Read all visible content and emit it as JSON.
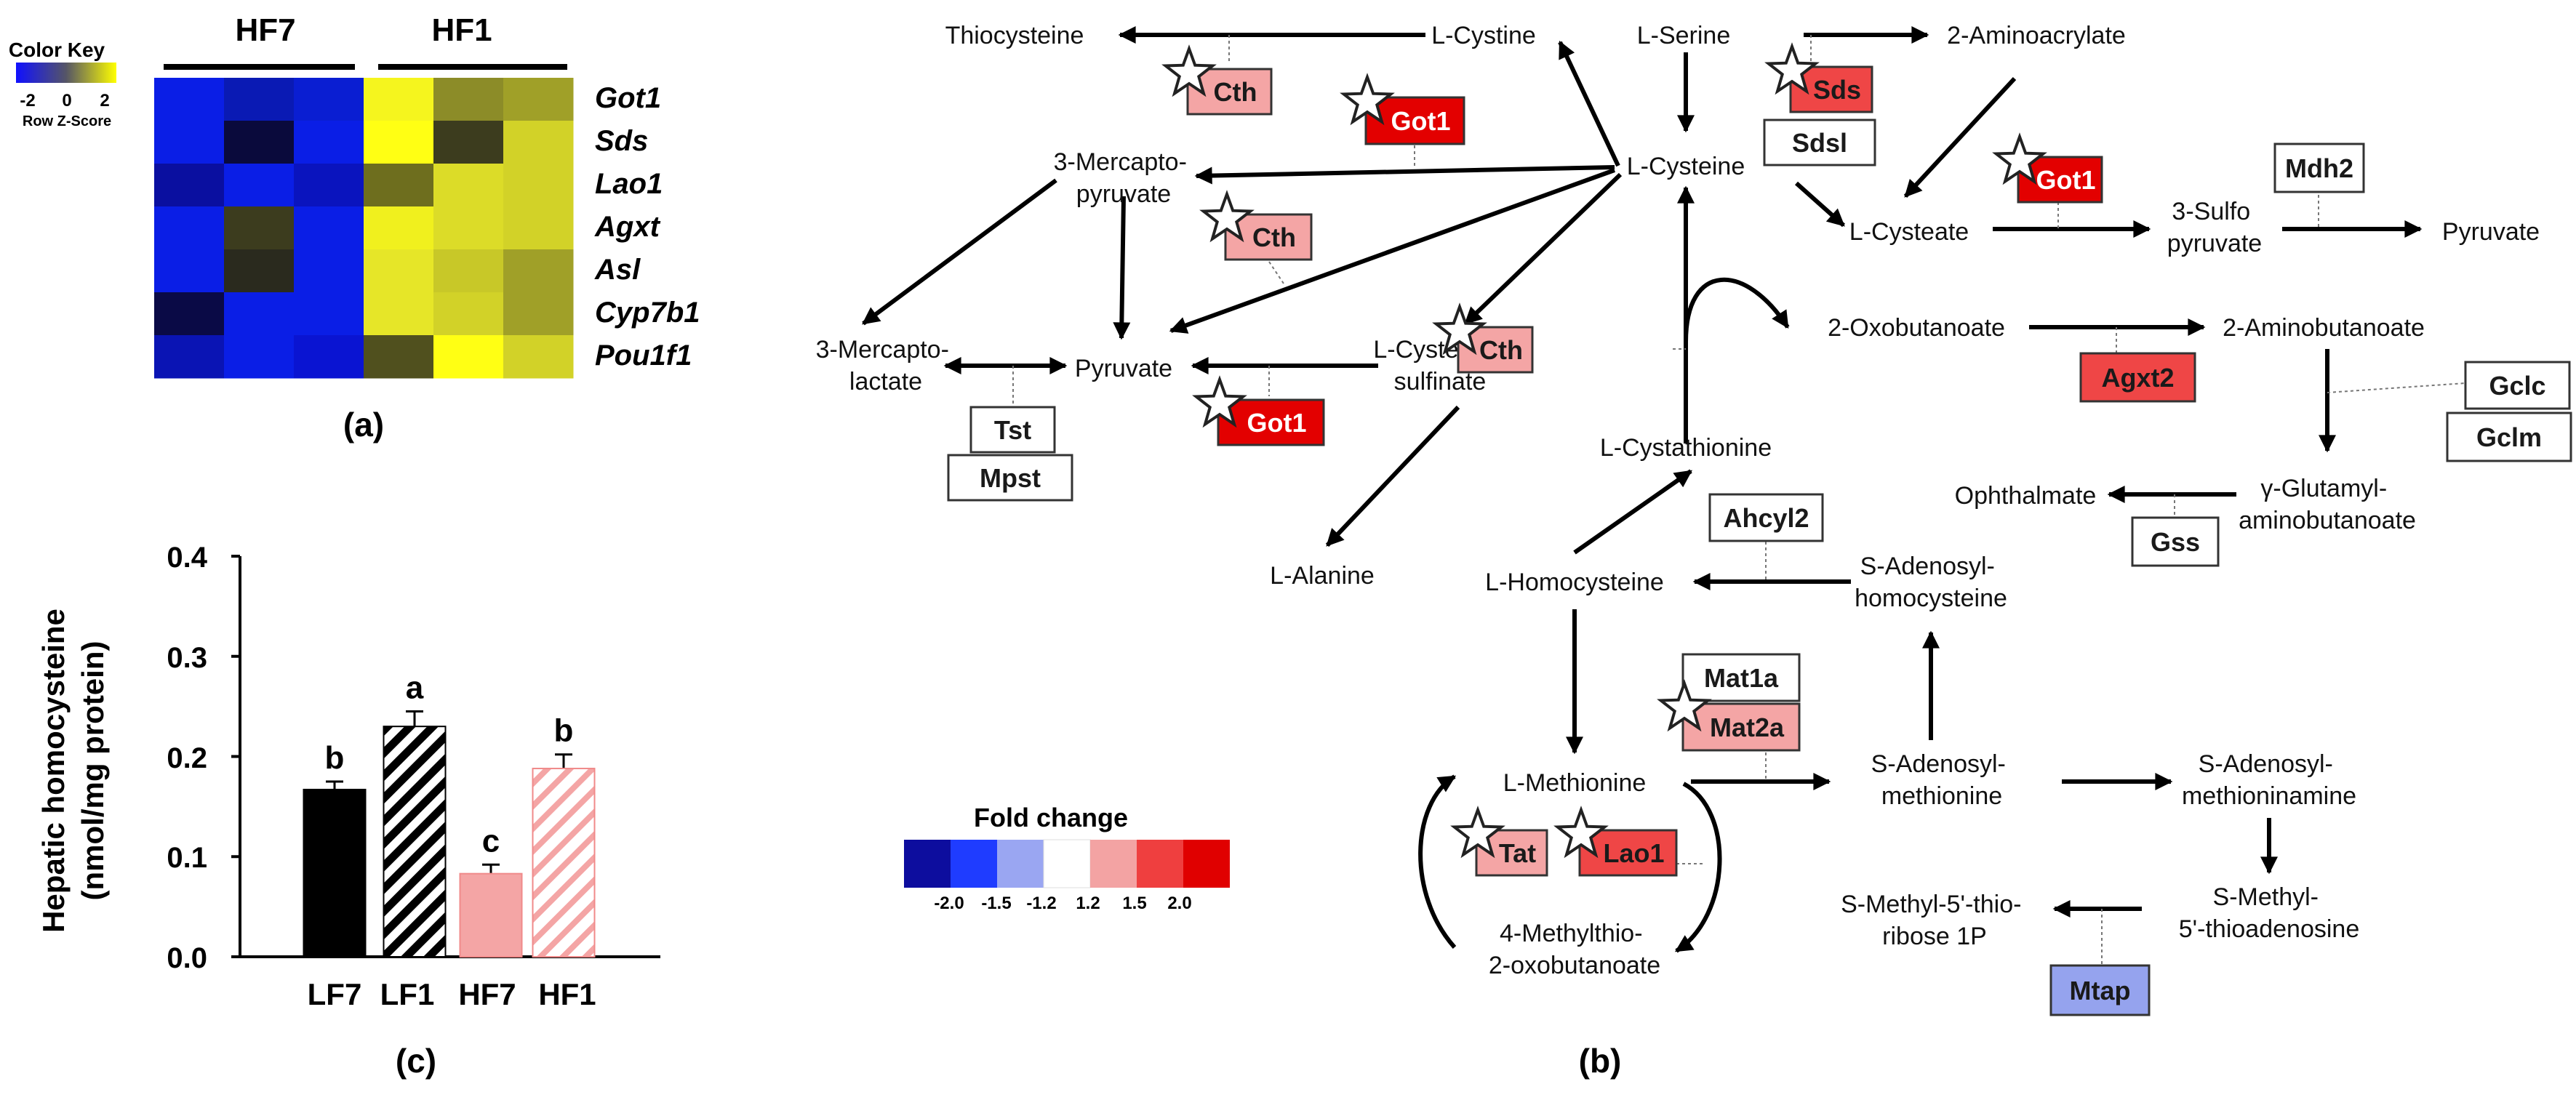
{
  "panel_a": {
    "label": "(a)",
    "color_key": {
      "title": "Color Key",
      "ticks": [
        "-2",
        "0",
        "2"
      ],
      "subtitle": "Row Z-Score"
    },
    "group_labels": [
      "HF7",
      "HF1"
    ],
    "genes": [
      "Got1",
      "Sds",
      "Lao1",
      "Agxt",
      "Asl",
      "Cyp7b1",
      "Pou1f1"
    ],
    "cells": [
      [
        "#0a1ee6",
        "#0a1ab4",
        "#0a1ed2",
        "#f5f51e",
        "#8c8c28",
        "#a0a028"
      ],
      [
        "#0a1ee6",
        "#0a0a3c",
        "#0a1ee6",
        "#ffff14",
        "#3c3c1e",
        "#d2d228"
      ],
      [
        "#0a0fa0",
        "#0a1ee6",
        "#0a14be",
        "#6e6e1e",
        "#dcdc28",
        "#d2d228"
      ],
      [
        "#0a1ee6",
        "#3c3c1e",
        "#0a1ee6",
        "#f0f01e",
        "#dcdc28",
        "#d2d228"
      ],
      [
        "#0a1ee6",
        "#2a2a1e",
        "#0a1ee6",
        "#e6e628",
        "#c8c828",
        "#a0a028"
      ],
      [
        "#0a0a46",
        "#0a1ee6",
        "#0a1ee6",
        "#e6e628",
        "#d2d228",
        "#a0a028"
      ],
      [
        "#0a14b4",
        "#0a1ee6",
        "#0a14d2",
        "#50501e",
        "#ffff14",
        "#d2d228"
      ]
    ]
  },
  "panel_c": {
    "label": "(c)",
    "chart_data": {
      "type": "bar",
      "ylabel": "Hepatic homocysteine (nmol/mg protein)",
      "ylabel_lines": [
        "Hepatic homocysteine",
        "(nmol/mg protein)"
      ],
      "ylim": [
        0,
        0.4
      ],
      "yticks": [
        "0.0",
        "0.1",
        "0.2",
        "0.3",
        "0.4"
      ],
      "categories": [
        "LF7",
        "LF1",
        "HF7",
        "HF1"
      ],
      "values": [
        0.167,
        0.23,
        0.083,
        0.188
      ],
      "errors": [
        0.008,
        0.015,
        0.009,
        0.014
      ],
      "letters": [
        "b",
        "a",
        "c",
        "b"
      ],
      "fills": [
        "solid-black",
        "hatch-black",
        "solid-pink",
        "hatch-pink"
      ]
    }
  },
  "panel_b": {
    "label": "(b)",
    "fold_change_legend": {
      "title": "Fold change",
      "colors": [
        "#0d0d9e",
        "#1f3cff",
        "#9aa6f2",
        "#ffffff",
        "#f3a3a3",
        "#ef3f3f",
        "#e00000"
      ],
      "ticks": [
        "-2.0",
        "-1.5",
        "-1.2",
        "1.2",
        "1.5",
        "2.0"
      ]
    },
    "metabolites": [
      [
        "Thiocysteine"
      ],
      [
        "L-Cystine"
      ],
      [
        "L-Serine"
      ],
      [
        "2-Aminoacrylate"
      ],
      [
        "3-Mercapto-",
        "pyruvate"
      ],
      [
        "L-Cysteine"
      ],
      [
        "L-Cysteate"
      ],
      [
        "3-Sulfo",
        "pyruvate"
      ],
      [
        "Pyruvate"
      ],
      [
        "3-Mercapto-",
        "lactate"
      ],
      [
        "Pyruvate"
      ],
      [
        "L-Cysteine-",
        "sulfinate"
      ],
      [
        "2-Oxobutanoate"
      ],
      [
        "2-Aminobutanoate"
      ],
      [
        "L-Cystathionine"
      ],
      [
        "L-Alanine"
      ],
      [
        "Ophthalmate"
      ],
      [
        "γ-Glutamyl-",
        "aminobutanoate"
      ],
      [
        "L-Homocysteine"
      ],
      [
        "S-Adenosyl-",
        "homocysteine"
      ],
      [
        "L-Methionine"
      ],
      [
        "S-Adenosyl-",
        "methionine"
      ],
      [
        "S-Adenosyl-",
        "methioninamine"
      ],
      [
        "S-Methyl-5'-thio-",
        "ribose 1P"
      ],
      [
        "S-Methyl-",
        "5'-thioadenosine"
      ],
      [
        "4-Methylthio-",
        "2-oxobutanoate"
      ]
    ],
    "enzymes": [
      {
        "label": "Cth",
        "color": "#f4a5a5",
        "text": "#1a1a1a",
        "star": true
      },
      {
        "label": "Got1",
        "color": "#e30000",
        "text": "#ffffff",
        "star": true
      },
      {
        "label": "Sds",
        "color": "#ef4646",
        "text": "#1a1a1a",
        "star": true
      },
      {
        "label": "Sdsl",
        "color": "#ffffff",
        "text": "#1a1a1a",
        "star": false
      },
      {
        "label": "Got1",
        "color": "#e30000",
        "text": "#ffffff",
        "star": true
      },
      {
        "label": "Mdh2",
        "color": "#ffffff",
        "text": "#1a1a1a",
        "star": false
      },
      {
        "label": "Cth",
        "color": "#f4a5a5",
        "text": "#1a1a1a",
        "star": true
      },
      {
        "label": "Tst",
        "color": "#ffffff",
        "text": "#1a1a1a",
        "star": false
      },
      {
        "label": "Mpst",
        "color": "#ffffff",
        "text": "#1a1a1a",
        "star": false
      },
      {
        "label": "Got1",
        "color": "#e30000",
        "text": "#ffffff",
        "star": true
      },
      {
        "label": "Cth",
        "color": "#f4a5a5",
        "text": "#1a1a1a",
        "star": true
      },
      {
        "label": "Agxt2",
        "color": "#ef4646",
        "text": "#1a1a1a",
        "star": false
      },
      {
        "label": "Gclc",
        "color": "#ffffff",
        "text": "#1a1a1a",
        "star": false
      },
      {
        "label": "Gclm",
        "color": "#ffffff",
        "text": "#1a1a1a",
        "star": false
      },
      {
        "label": "Gss",
        "color": "#ffffff",
        "text": "#1a1a1a",
        "star": false
      },
      {
        "label": "Ahcyl2",
        "color": "#ffffff",
        "text": "#1a1a1a",
        "star": false
      },
      {
        "label": "Mat1a",
        "color": "#ffffff",
        "text": "#1a1a1a",
        "star": false
      },
      {
        "label": "Mat2a",
        "color": "#f4a5a5",
        "text": "#1a1a1a",
        "star": true
      },
      {
        "label": "Tat",
        "color": "#f4a5a5",
        "text": "#1a1a1a",
        "star": true
      },
      {
        "label": "Lao1",
        "color": "#ef4646",
        "text": "#1a1a1a",
        "star": true
      },
      {
        "label": "Mtap",
        "color": "#95a3ee",
        "text": "#1a1a1a",
        "star": false
      }
    ]
  }
}
